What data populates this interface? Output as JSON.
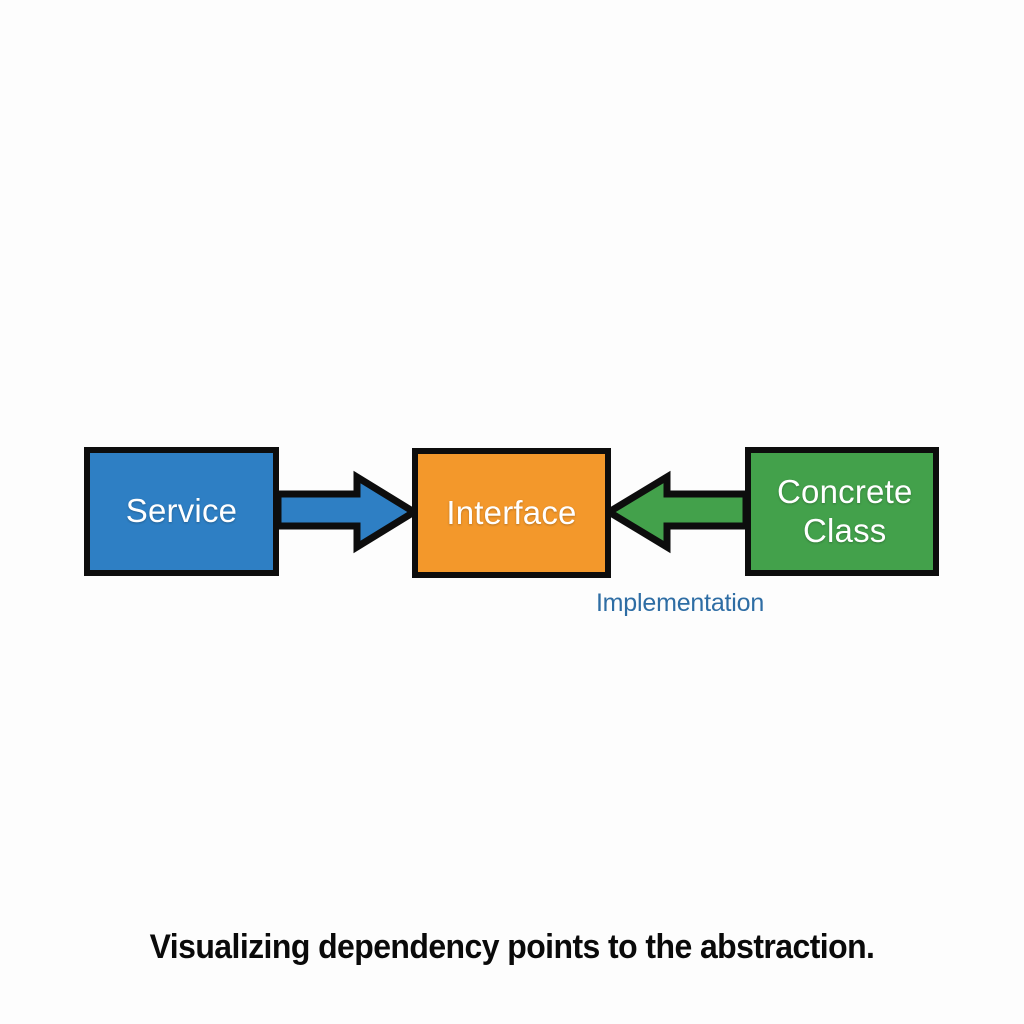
{
  "diagram": {
    "type": "flow-diagram",
    "background_color": "#fdfdfd",
    "nodes": [
      {
        "id": "service",
        "label": "Service",
        "fill_color": "#2e7fc4",
        "border_color": "#0d0d0d",
        "text_color": "#ffffff"
      },
      {
        "id": "interface",
        "label": "Interface",
        "fill_color": "#f3982b",
        "border_color": "#0d0d0d",
        "text_color": "#ffffff"
      },
      {
        "id": "concrete",
        "label": "Concrete Class",
        "label_line_1": "Concrete",
        "label_line_2": "Class",
        "fill_color": "#43a14b",
        "border_color": "#0d0d0d",
        "text_color": "#ffffff"
      }
    ],
    "edges": [
      {
        "id": "service-to-interface",
        "from": "service",
        "to": "interface",
        "direction": "right",
        "color": "#2e7fc4",
        "label": ""
      },
      {
        "id": "concrete-to-interface",
        "from": "concrete",
        "to": "interface",
        "direction": "left",
        "color": "#43a14b",
        "label": "Implementation",
        "label_color": "#2e6da4"
      }
    ]
  },
  "caption": {
    "text": "Visualizing dependency points to the abstraction.",
    "color": "#0a0a0a"
  }
}
